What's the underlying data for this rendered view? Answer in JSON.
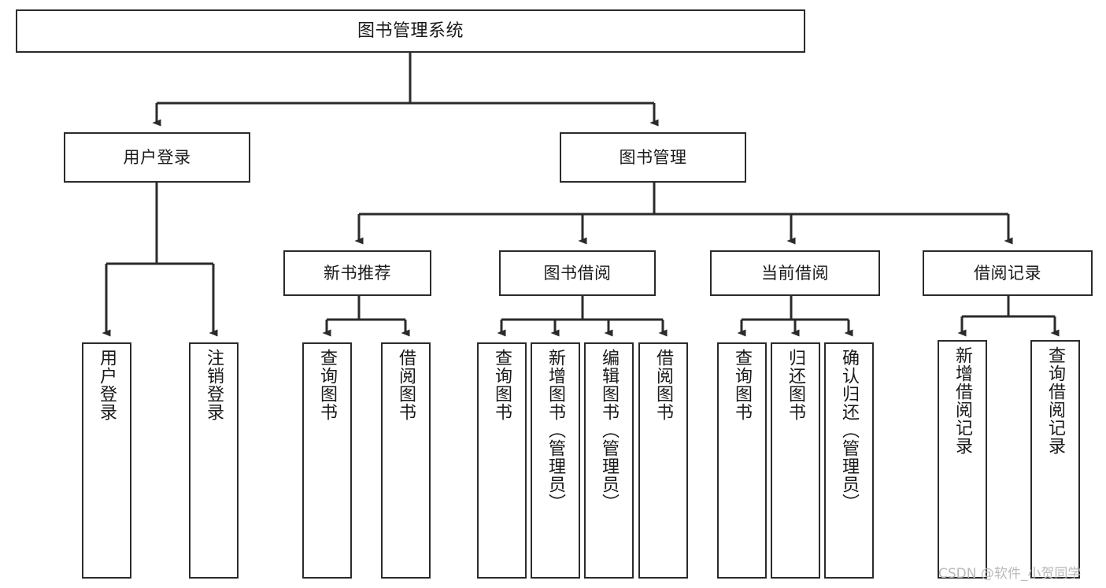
{
  "diagram": {
    "title": "图书管理系统",
    "type": "tree-hierarchy",
    "watermark": "CSDN @软件_小贺同学",
    "colors": {
      "box_border": "#2b2b2b",
      "box_fill": "#ffffff",
      "edge": "#2b2b2b",
      "text": "#1a1a1a",
      "watermark": "#b9b9b9",
      "background": "#ffffff"
    },
    "nodes": {
      "root": {
        "label": "图书管理系统",
        "level": 1
      },
      "l2": [
        {
          "id": "user-login",
          "label": "用户登录",
          "level": 2
        },
        {
          "id": "book-manage",
          "label": "图书管理",
          "level": 2
        }
      ],
      "l3": [
        {
          "id": "new-book-recommend",
          "label": "新书推荐",
          "level": 3,
          "parent": "book-manage"
        },
        {
          "id": "book-borrow",
          "label": "图书借阅",
          "level": 3,
          "parent": "book-manage"
        },
        {
          "id": "current-borrow",
          "label": "当前借阅",
          "level": 3,
          "parent": "book-manage"
        },
        {
          "id": "borrow-record",
          "label": "借阅记录",
          "level": 3,
          "parent": "book-manage"
        }
      ],
      "leaves": [
        {
          "id": "leaf-user-login",
          "label": "用户登录",
          "parent": "user-login"
        },
        {
          "id": "leaf-user-logout",
          "label": "注销登录",
          "parent": "user-login"
        },
        {
          "id": "leaf-query-book-1",
          "label": "查询图书",
          "parent": "new-book-recommend"
        },
        {
          "id": "leaf-borrow-book-1",
          "label": "借阅图书",
          "parent": "new-book-recommend"
        },
        {
          "id": "leaf-query-book-2",
          "label": "查询图书",
          "parent": "book-borrow"
        },
        {
          "id": "leaf-add-book",
          "label": "新增图书（管理员）",
          "parent": "book-borrow"
        },
        {
          "id": "leaf-edit-book",
          "label": "编辑图书（管理员）",
          "parent": "book-borrow"
        },
        {
          "id": "leaf-borrow-book-2",
          "label": "借阅图书",
          "parent": "book-borrow"
        },
        {
          "id": "leaf-query-book-3",
          "label": "查询图书",
          "parent": "current-borrow"
        },
        {
          "id": "leaf-return-book",
          "label": "归还图书",
          "parent": "current-borrow"
        },
        {
          "id": "leaf-confirm-return",
          "label": "确认归还（管理员）",
          "parent": "current-borrow"
        },
        {
          "id": "leaf-add-record",
          "label": "新增借阅记录",
          "parent": "borrow-record"
        },
        {
          "id": "leaf-query-record",
          "label": "查询借阅记录",
          "parent": "borrow-record"
        }
      ]
    }
  }
}
